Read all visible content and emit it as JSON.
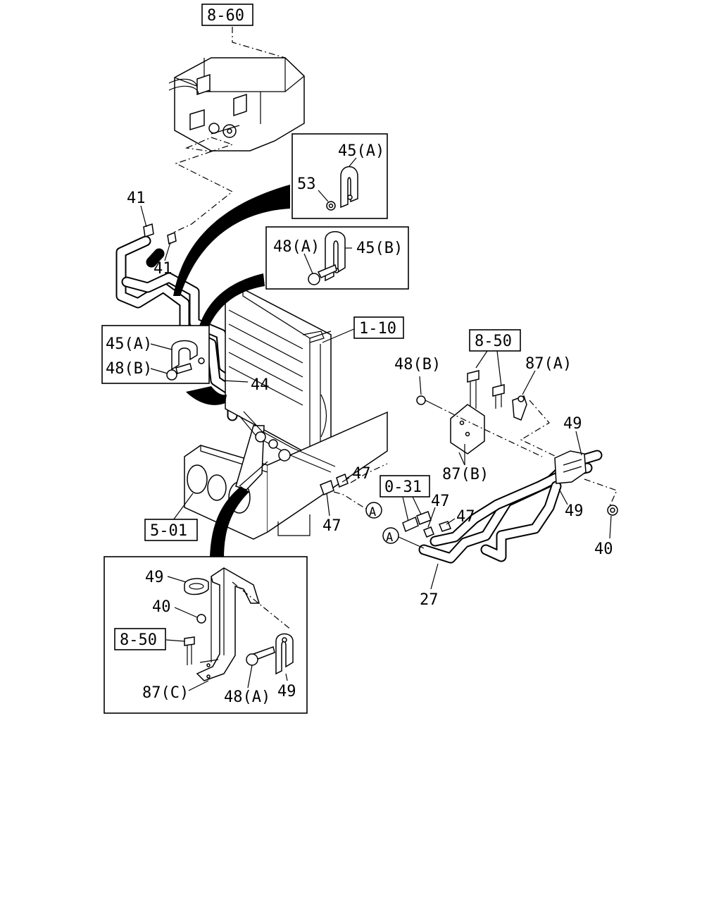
{
  "refs": {
    "r8_60": "8-60",
    "r1_10": "1-10",
    "r8_50_right": "8-50",
    "r0_31": "0-31",
    "r5_01": "5-01",
    "r8_50_inset": "8-50"
  },
  "callouts": {
    "c41_a": "41",
    "c41_b": "41",
    "c53": "53",
    "c45a_top": "45(A)",
    "c48a_mid": "48(A)",
    "c45b": "45(B)",
    "c45a_left": "45(A)",
    "c48b_left": "48(B)",
    "c44": "44",
    "c48b_right": "48(B)",
    "c87a": "87(A)",
    "c49_right_top": "49",
    "c87b": "87(B)",
    "c47_center": "47",
    "c47_lower": "47",
    "c47_r1": "47",
    "c47_r2": "47",
    "c49_right_mid": "49",
    "c40_right": "40",
    "c27": "27",
    "c49_inset_top": "49",
    "c40_inset": "40",
    "c87c": "87(C)",
    "c48a_inset": "48(A)",
    "c49_inset_bottom": "49"
  },
  "markers": {
    "a_center": "A",
    "a_right": "A"
  }
}
